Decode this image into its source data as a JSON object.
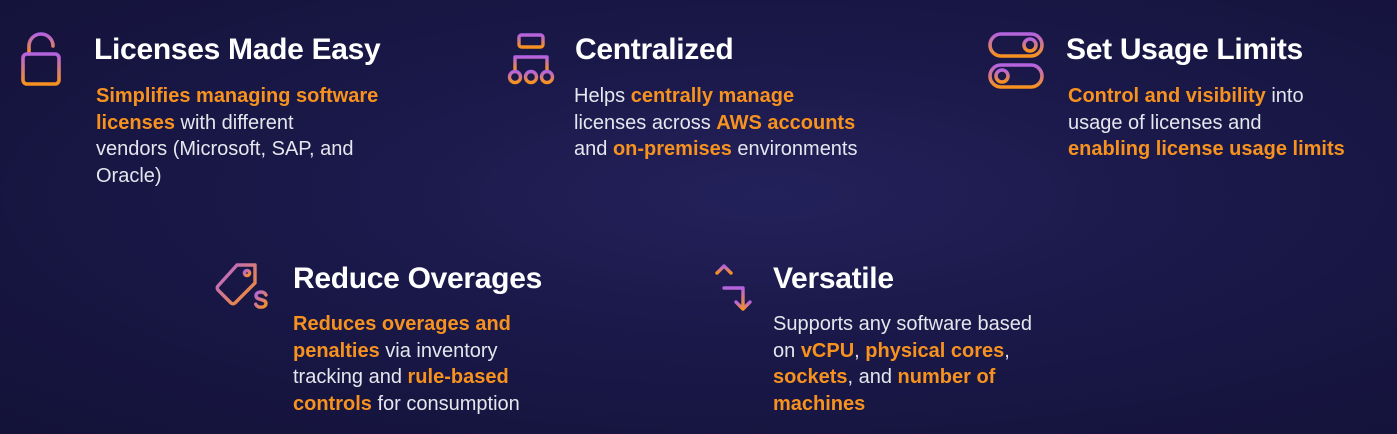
{
  "colors": {
    "background": "#1a1848",
    "highlight": "#f7921e",
    "icon_gradient_start": "#b463e0",
    "icon_gradient_end": "#f7921e"
  },
  "cards": [
    {
      "icon": "open-lock-icon",
      "title": "Licenses Made Easy",
      "lines": [
        [
          {
            "t": "Simplifies managing software",
            "h": true
          }
        ],
        [
          {
            "t": "licenses",
            "h": true
          },
          {
            "t": " with different",
            "h": false
          }
        ],
        [
          {
            "t": "vendors (Microsoft, SAP, and",
            "h": false
          }
        ],
        [
          {
            "t": "Oracle)",
            "h": false
          }
        ]
      ]
    },
    {
      "icon": "hierarchy-icon",
      "title": "Centralized",
      "lines": [
        [
          {
            "t": "Helps ",
            "h": false
          },
          {
            "t": "centrally manage",
            "h": true
          }
        ],
        [
          {
            "t": "licenses across ",
            "h": false
          },
          {
            "t": "AWS accounts",
            "h": true
          }
        ],
        [
          {
            "t": "and ",
            "h": false
          },
          {
            "t": "on-premises",
            "h": true
          },
          {
            "t": " environments",
            "h": false
          }
        ]
      ]
    },
    {
      "icon": "toggle-switches-icon",
      "title": "Set Usage Limits",
      "lines": [
        [
          {
            "t": "Control and visibility",
            "h": true
          },
          {
            "t": " into",
            "h": false
          }
        ],
        [
          {
            "t": "usage of licenses and",
            "h": false
          }
        ],
        [
          {
            "t": "enabling license usage limits",
            "h": true
          }
        ]
      ]
    },
    {
      "icon": "price-tag-dollar-icon",
      "title": "Reduce Overages",
      "lines": [
        [
          {
            "t": "Reduces overages and",
            "h": true
          }
        ],
        [
          {
            "t": "penalties",
            "h": true
          },
          {
            "t": " via inventory",
            "h": false
          }
        ],
        [
          {
            "t": "tracking and ",
            "h": false
          },
          {
            "t": "rule-based",
            "h": true
          }
        ],
        [
          {
            "t": "controls",
            "h": true
          },
          {
            "t": " for consumption",
            "h": false
          }
        ]
      ]
    },
    {
      "icon": "transfer-arrows-icon",
      "title": "Versatile",
      "lines": [
        [
          {
            "t": "Supports any software based",
            "h": false
          }
        ],
        [
          {
            "t": "on ",
            "h": false
          },
          {
            "t": "vCPU",
            "h": true
          },
          {
            "t": ", ",
            "h": false
          },
          {
            "t": "physical cores",
            "h": true
          },
          {
            "t": ",",
            "h": false
          }
        ],
        [
          {
            "t": "sockets",
            "h": true
          },
          {
            "t": ", and ",
            "h": false
          },
          {
            "t": "number of",
            "h": true
          }
        ],
        [
          {
            "t": "machines",
            "h": true
          }
        ]
      ]
    }
  ]
}
